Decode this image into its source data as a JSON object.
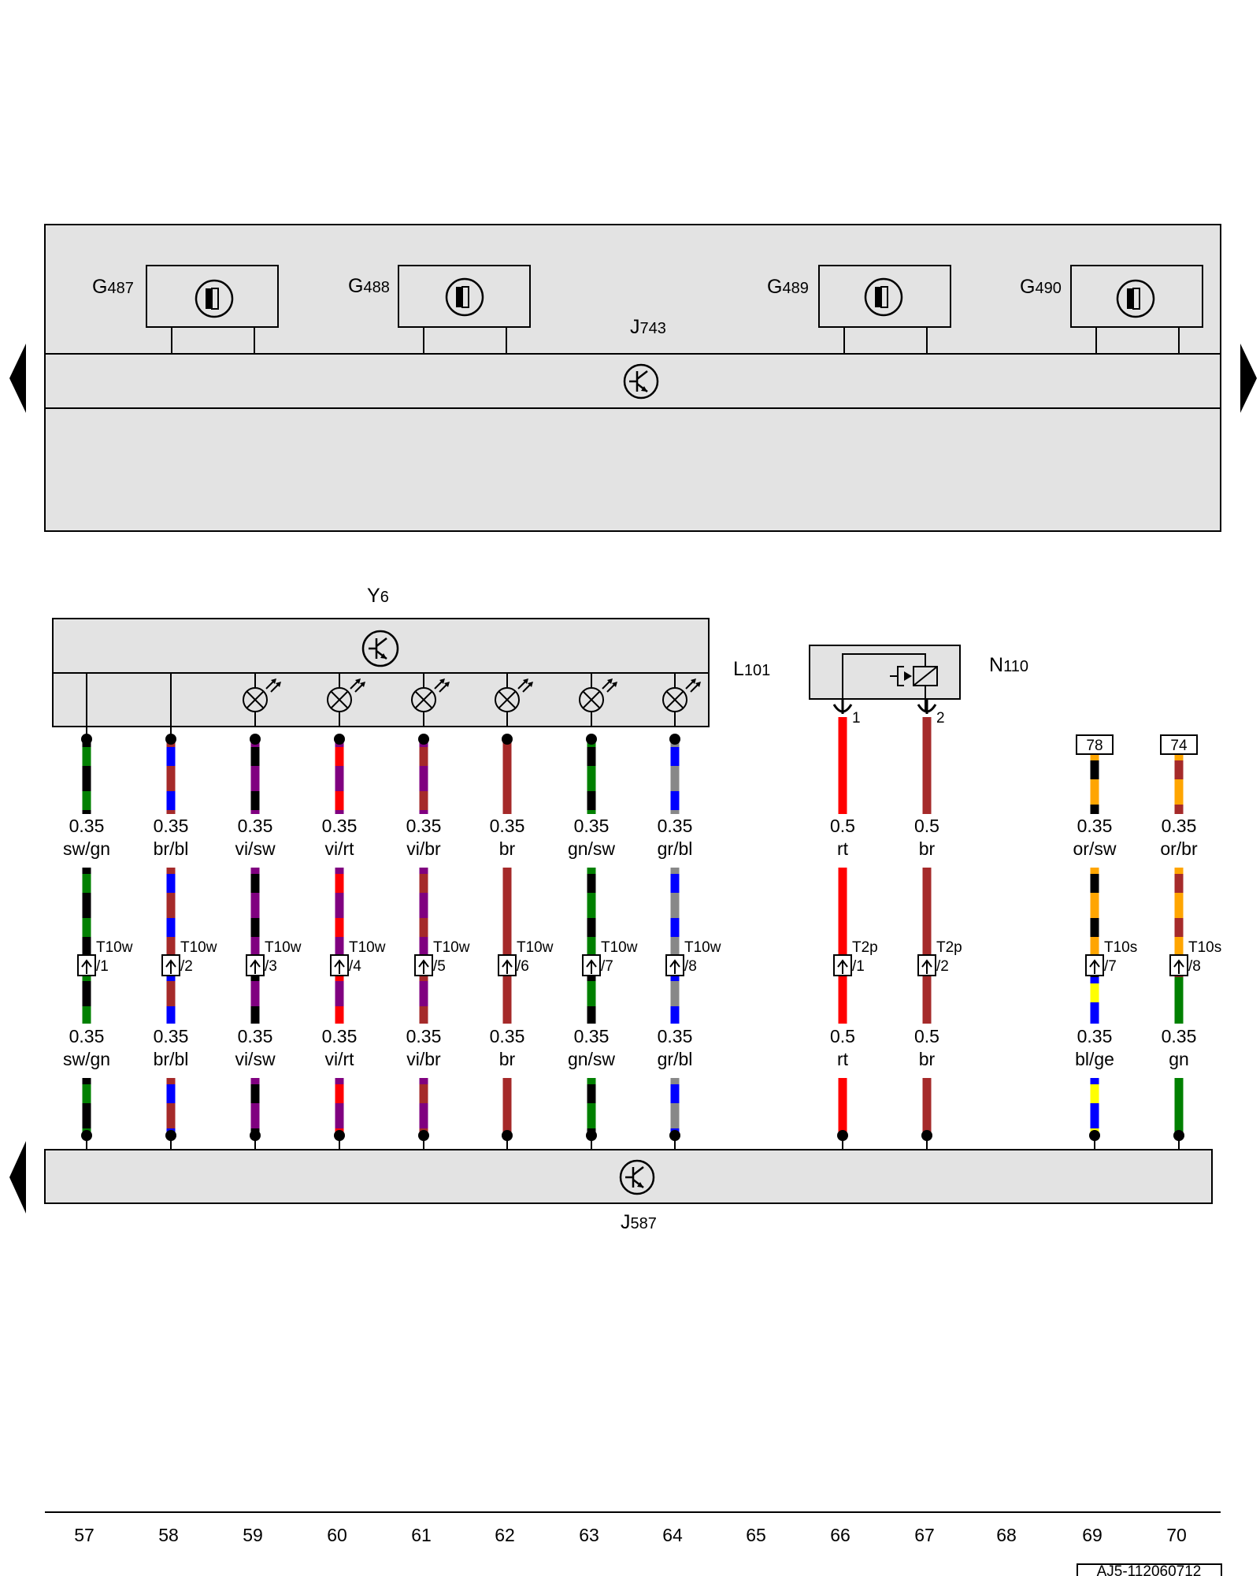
{
  "diagram": {
    "top_unit": {
      "control_unit": {
        "name": "J",
        "sub": "743"
      },
      "sensors": [
        {
          "name": "G",
          "sub": "487"
        },
        {
          "name": "G",
          "sub": "488"
        },
        {
          "name": "G",
          "sub": "489"
        },
        {
          "name": "G",
          "sub": "490"
        }
      ]
    },
    "selector": {
      "name": "Y",
      "sub": "6"
    },
    "lamp_group": {
      "name": "L",
      "sub": "101"
    },
    "solenoid": {
      "name": "N",
      "sub": "110",
      "pins": [
        "1",
        "2"
      ]
    },
    "bottom_unit": {
      "name": "J",
      "sub": "587"
    },
    "pass_refs": [
      "78",
      "74"
    ],
    "wires": [
      {
        "col": "57",
        "top": [
          "sw",
          "gn"
        ],
        "bottom": [
          "sw",
          "gn"
        ],
        "size_top": "0.35",
        "code_top": "sw/gn",
        "size_bottom": "0.35",
        "code_bottom": "sw/gn",
        "conn": "T10w",
        "pin": "/1"
      },
      {
        "col": "58",
        "top": [
          "br",
          "bl"
        ],
        "bottom": [
          "br",
          "bl"
        ],
        "size_top": "0.35",
        "code_top": "br/bl",
        "size_bottom": "0.35",
        "code_bottom": "br/bl",
        "conn": "T10w",
        "pin": "/2"
      },
      {
        "col": "59",
        "top": [
          "vi",
          "sw"
        ],
        "bottom": [
          "vi",
          "sw"
        ],
        "size_top": "0.35",
        "code_top": "vi/sw",
        "size_bottom": "0.35",
        "code_bottom": "vi/sw",
        "conn": "T10w",
        "pin": "/3"
      },
      {
        "col": "60",
        "top": [
          "vi",
          "rt"
        ],
        "bottom": [
          "vi",
          "rt"
        ],
        "size_top": "0.35",
        "code_top": "vi/rt",
        "size_bottom": "0.35",
        "code_bottom": "vi/rt",
        "conn": "T10w",
        "pin": "/4"
      },
      {
        "col": "61",
        "top": [
          "vi",
          "br"
        ],
        "bottom": [
          "vi",
          "br"
        ],
        "size_top": "0.35",
        "code_top": "vi/br",
        "size_bottom": "0.35",
        "code_bottom": "vi/br",
        "conn": "T10w",
        "pin": "/5"
      },
      {
        "col": "62",
        "top": [
          "br"
        ],
        "bottom": [
          "br"
        ],
        "size_top": "0.35",
        "code_top": "br",
        "size_bottom": "0.35",
        "code_bottom": "br",
        "conn": "T10w",
        "pin": "/6"
      },
      {
        "col": "63",
        "top": [
          "gn",
          "sw"
        ],
        "bottom": [
          "gn",
          "sw"
        ],
        "size_top": "0.35",
        "code_top": "gn/sw",
        "size_bottom": "0.35",
        "code_bottom": "gn/sw",
        "conn": "T10w",
        "pin": "/7"
      },
      {
        "col": "64",
        "top": [
          "gr",
          "bl"
        ],
        "bottom": [
          "gr",
          "bl"
        ],
        "size_top": "0.35",
        "code_top": "gr/bl",
        "size_bottom": "0.35",
        "code_bottom": "gr/bl",
        "conn": "T10w",
        "pin": "/8"
      },
      {
        "col": "66",
        "top": [
          "rt"
        ],
        "bottom": [
          "rt"
        ],
        "size_top": "0.5",
        "code_top": "rt",
        "size_bottom": "0.5",
        "code_bottom": "rt",
        "conn": "T2p",
        "pin": "/1"
      },
      {
        "col": "67",
        "top": [
          "br"
        ],
        "bottom": [
          "br"
        ],
        "size_top": "0.5",
        "code_top": "br",
        "size_bottom": "0.5",
        "code_bottom": "br",
        "conn": "T2p",
        "pin": "/2"
      },
      {
        "col": "69",
        "top": [
          "or",
          "sw"
        ],
        "bottom": [
          "bl",
          "ge"
        ],
        "size_top": "0.35",
        "code_top": "or/sw",
        "size_bottom": "0.35",
        "code_bottom": "bl/ge",
        "conn": "T10s",
        "pin": "/7"
      },
      {
        "col": "70",
        "top": [
          "or",
          "br"
        ],
        "bottom": [
          "gn"
        ],
        "size_top": "0.35",
        "code_top": "or/br",
        "size_bottom": "0.35",
        "code_bottom": "gn",
        "conn": "T10s",
        "pin": "/8"
      }
    ],
    "colors": {
      "sw": "#000000",
      "gn": "#008000",
      "br": "#a52a2a",
      "bl": "#0000ff",
      "vi": "#800080",
      "rt": "#ff0000",
      "gr": "#888888",
      "or": "#ffa500",
      "ge": "#ffff00",
      "panel": "#e3e3e3"
    },
    "footer": {
      "columns": [
        "57",
        "58",
        "59",
        "60",
        "61",
        "62",
        "63",
        "64",
        "65",
        "66",
        "67",
        "68",
        "69",
        "70"
      ],
      "ref": "AJ5-112060712"
    }
  }
}
